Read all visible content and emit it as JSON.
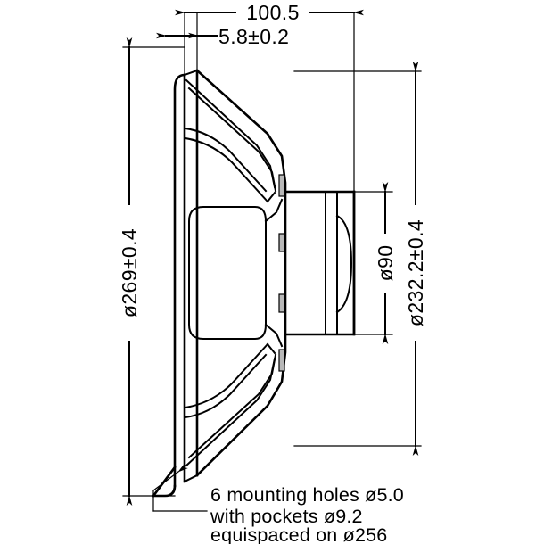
{
  "drawing": {
    "title": "Loudspeaker cross-section technical drawing",
    "units": "mm",
    "background_color": "#ffffff",
    "line_color": "#000000",
    "dimensions": {
      "depth_overall": "100.5",
      "flange_thickness": "5.8±0.2",
      "outer_diameter": "ø269±0.4",
      "magnet_diameter": "ø90",
      "baffle_cutout_diameter": "ø232.2±0.4"
    },
    "notes": {
      "line1": "6 mounting holes ø5.0",
      "line2": "with pockets ø9.2",
      "line3": "equispaced on ø256"
    }
  }
}
